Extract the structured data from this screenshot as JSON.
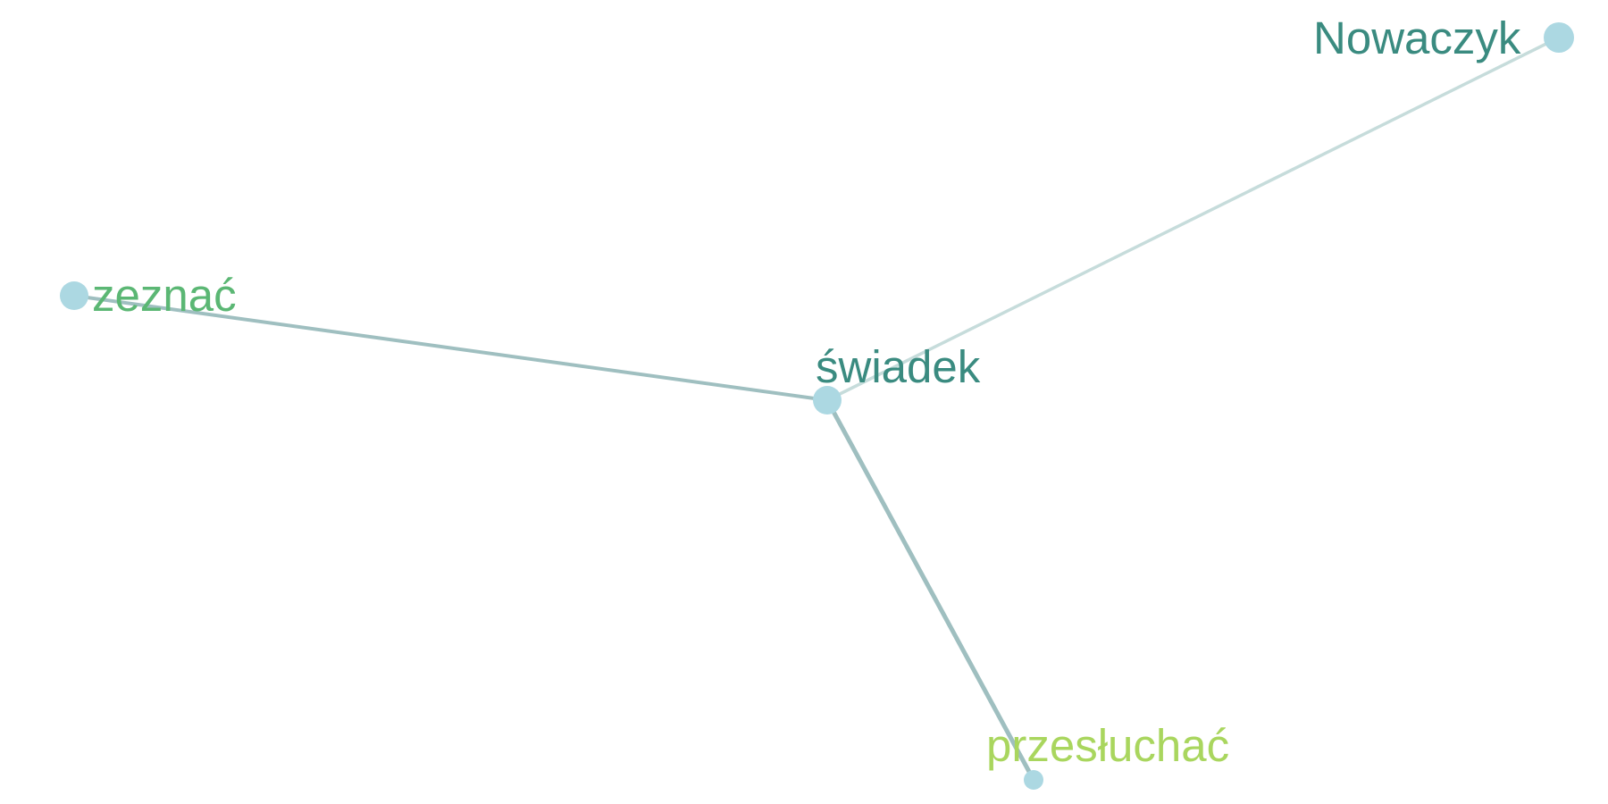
{
  "graph": {
    "nodes": [
      {
        "id": "swiadek",
        "label": "świadek",
        "label_color": "#3a8b80",
        "dot_color": "#acd8e2"
      },
      {
        "id": "nowaczyk",
        "label": "Nowaczyk",
        "label_color": "#3a8b80",
        "dot_color": "#acd8e2"
      },
      {
        "id": "zeznac",
        "label": "zeznać",
        "label_color": "#5bb774",
        "dot_color": "#acd8e2"
      },
      {
        "id": "przesluchac",
        "label": "przesłuchać",
        "label_color": "#a9d65e",
        "dot_color": "#acd8e2"
      }
    ],
    "edges": [
      {
        "source": "swiadek",
        "target": "nowaczyk",
        "color": "#c6dcdb"
      },
      {
        "source": "swiadek",
        "target": "zeznac",
        "color": "#9fbfc0"
      },
      {
        "source": "swiadek",
        "target": "przesluchac",
        "color": "#9fbfc0"
      }
    ]
  }
}
